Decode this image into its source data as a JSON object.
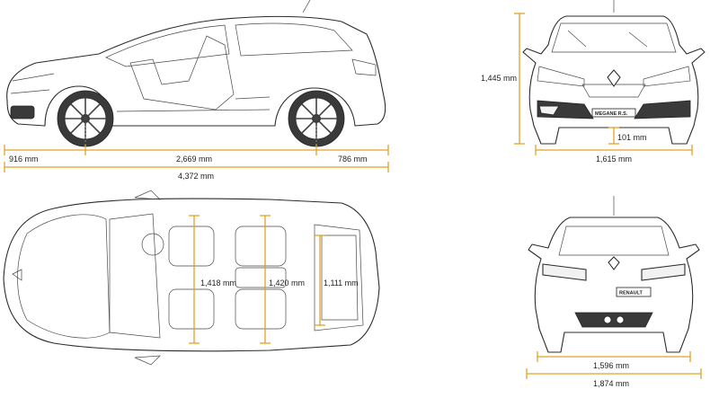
{
  "colors": {
    "dimension_line": "#e3a024",
    "outline": "#2c2c2c",
    "label_text": "#222222"
  },
  "side_view": {
    "front_overhang": "916 mm",
    "wheelbase": "2,669 mm",
    "rear_overhang": "786 mm",
    "overall_length": "4,372 mm"
  },
  "front_view": {
    "height": "1,445 mm",
    "ground_clearance": "101 mm",
    "front_track": "1,615 mm",
    "badge": "MEGANE R.S."
  },
  "top_view": {
    "front_elbow_width": "1,418 mm",
    "rear_elbow_width": "1,420 mm",
    "boot_width": "1,111 mm"
  },
  "rear_view": {
    "rear_track": "1,596 mm",
    "overall_width": "1,874 mm",
    "badge": "RENAULT"
  }
}
